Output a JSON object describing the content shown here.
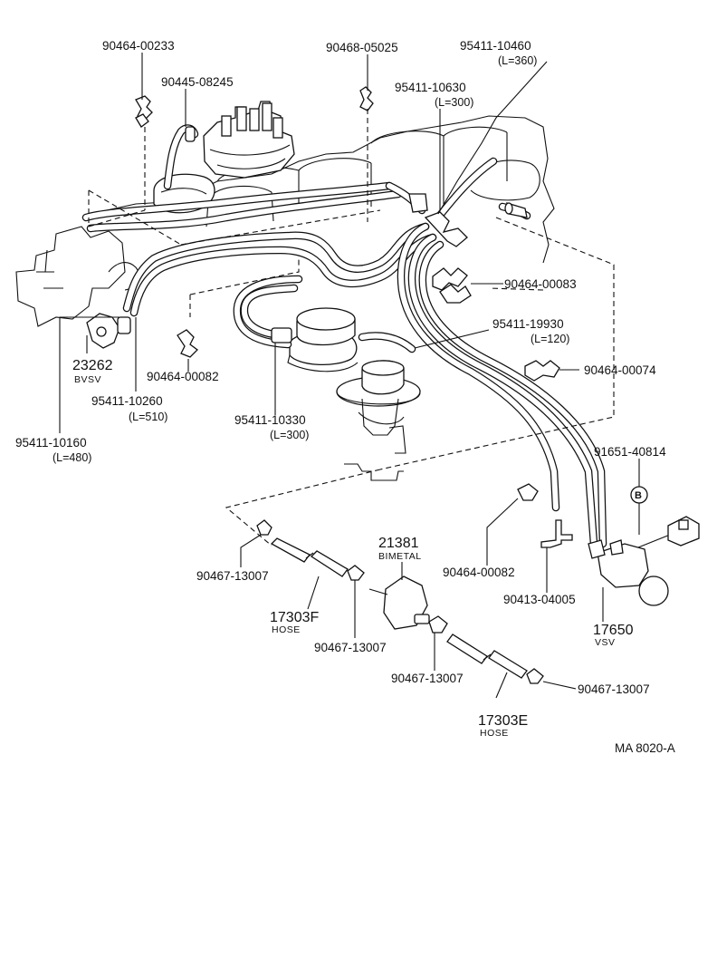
{
  "labels": {
    "p90464_00233": "90464-00233",
    "p90445_08245": "90445-08245",
    "p90468_05025": "90468-05025",
    "p95411_10460": "95411-10460",
    "p95411_10460_len": "(L=360)",
    "p95411_10630": "95411-10630",
    "p95411_10630_len": "(L=300)",
    "p90464_00083": "90464-00083",
    "p95411_19930": "95411-19930",
    "p95411_19930_len": "(L=120)",
    "p90464_00074": "90464-00074",
    "p23262": "23262",
    "p23262_name": "BVSV",
    "p90464_00082_a": "90464-00082",
    "p95411_10260": "95411-10260",
    "p95411_10260_len": "(L=510)",
    "p95411_10330": "95411-10330",
    "p95411_10330_len": "(L=300)",
    "p95411_10160": "95411-10160",
    "p95411_10160_len": "(L=480)",
    "p91651_40814": "91651-40814",
    "ref_b": "B",
    "p21381": "21381",
    "p21381_name": "BIMETAL",
    "p90467_13007_a": "90467-13007",
    "p90464_00082_b": "90464-00082",
    "p17303F": "17303F",
    "p17303F_name": "HOSE",
    "p90413_04005": "90413-04005",
    "p90467_13007_b": "90467-13007",
    "p17650": "17650",
    "p17650_name": "VSV",
    "p90467_13007_c": "90467-13007",
    "p90467_13007_d": "90467-13007",
    "p17303E": "17303E",
    "p17303E_name": "HOSE",
    "figure_code": "MA  8020-A"
  }
}
